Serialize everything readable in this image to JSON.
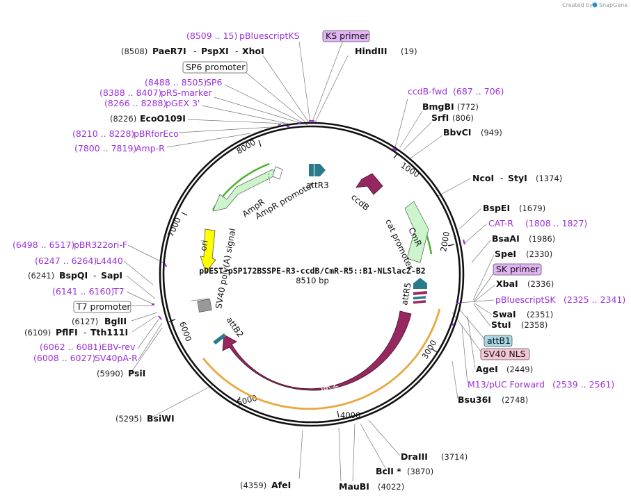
{
  "credit": {
    "prefix": "Created by",
    "brand": "SnapGene"
  },
  "plasmid": {
    "name": "pDEST-pSP172BSSPE-R3-ccdB/CmR-R5::B1-NLSlacZ-B2",
    "size": "8510 bp"
  },
  "ticks": [
    "1000",
    "2000",
    "3000",
    "4000",
    "5000",
    "6000",
    "7000",
    "8000"
  ],
  "features": {
    "attR3": "attR3",
    "ccdB": "ccdB",
    "CmR": "CmR",
    "cat_promoter": "cat promoter",
    "attR5": "attR5",
    "lacZ": "lacZ",
    "attB2": "attB2",
    "ori": "ori",
    "SV40_polyA": "SV40 poly(A) signal",
    "AmpR": "AmpR",
    "AmpR_promoter": "AmpR promoter"
  },
  "labels": {
    "pbs_left": {
      "pos": "(8509 .. 15)",
      "name": "pBluescriptKS"
    },
    "ks_primer": "KS primer",
    "paer7i": {
      "pos": "(8508)",
      "name": "PaeR7I",
      "sep1": "-",
      "name2": "PspXI",
      "sep2": "-",
      "name3": "XhoI"
    },
    "hindiii": {
      "name": "HindIII",
      "pos": "(19)"
    },
    "sp6_promoter": "SP6 promoter",
    "sp6": {
      "pos": "(8488 .. 8505)",
      "name": "SP6"
    },
    "prs": {
      "pos": "(8388 .. 8407)",
      "name": "pRS-marker"
    },
    "pgex": {
      "pos": "(8266 .. 8288)",
      "name": "pGEX 3'"
    },
    "ecoo109i": {
      "pos": "(8226)",
      "name": "EcoO109I"
    },
    "pbrfor": {
      "pos": "(8210 .. 8228)",
      "name": "pBRforEco"
    },
    "ampr_primer": {
      "pos": "(7800 .. 7819)",
      "name": "Amp-R"
    },
    "ccdb_fwd": {
      "name": "ccdB-fwd",
      "pos": "(687 .. 706)"
    },
    "bmgbi": {
      "name": "BmgBI",
      "pos": "(772)"
    },
    "srfi": {
      "name": "SrfI",
      "pos": "(806)"
    },
    "bbvci": {
      "name": "BbvCI",
      "pos": "(949)"
    },
    "ncoi": {
      "name": "NcoI",
      "sep": "-",
      "name2": "StyI",
      "pos": "(1374)"
    },
    "bspei": {
      "name": "BspEI",
      "pos": "(1679)"
    },
    "catr": {
      "name": "CAT-R",
      "pos": "(1808 .. 1827)"
    },
    "bsaai": {
      "name": "BsaAI",
      "pos": "(1986)"
    },
    "spei": {
      "name": "SpeI",
      "pos": "(2330)"
    },
    "sk_primer": "SK primer",
    "xbai": {
      "name": "XbaI",
      "pos": "(2336)"
    },
    "pbs_right": {
      "name": "pBluescriptSK",
      "pos": "(2325 .. 2341)"
    },
    "swai": {
      "name": "SwaI",
      "pos": "(2351)"
    },
    "stui": {
      "name": "StuI",
      "pos": "(2358)"
    },
    "attb1": "attB1",
    "sv40nls": "SV40 NLS",
    "agei": {
      "name": "AgeI",
      "pos": "(2449)"
    },
    "m13": {
      "name": "M13/pUC Forward",
      "pos": "(2539 .. 2561)"
    },
    "bsu36i": {
      "name": "Bsu36I",
      "pos": "(2748)"
    },
    "draiii": {
      "name": "DraIII",
      "pos": "(3714)"
    },
    "bcli": {
      "name": "BclI *",
      "pos": "(3870)"
    },
    "maubi": {
      "name": "MauBI",
      "pos": "(4022)"
    },
    "afei": {
      "pos": "(4359)",
      "name": "AfeI"
    },
    "bsiwi": {
      "pos": "(5295)",
      "name": "BsiWI"
    },
    "psti": {
      "pos": "(5990)",
      "name": "PsiI"
    },
    "sv40pa": {
      "pos": "(6008 .. 6027)",
      "name": "SV40pA-R"
    },
    "ebv": {
      "pos": "(6062 .. 6081)",
      "name": "EBV-rev"
    },
    "pflfi": {
      "pos": "(6109)",
      "name": "PflFI",
      "sep": "-",
      "name2": "Tth111I"
    },
    "bglii": {
      "pos": "(6127)",
      "name": "BglII"
    },
    "t7_promoter": "T7 promoter",
    "t7": {
      "pos": "(6141 .. 6160)",
      "name": "T7"
    },
    "bspqi": {
      "pos": "(6241)",
      "name": "BspQI",
      "sep": "-",
      "name2": "SapI"
    },
    "l4440": {
      "pos": "(6247 .. 6264)",
      "name": "L4440"
    },
    "pbr322": {
      "pos": "(6498 .. 6517)",
      "name": "pBR322ori-F"
    }
  },
  "colors": {
    "backbone": "#111111",
    "primer": "#9b30d9",
    "lacZ": "#96285f",
    "ccdB": "#96285f",
    "attSite": "#2a7a8c",
    "ori": "#ffff00",
    "ampR": "#ccf5cc",
    "orf_line_green": "#4caf2a",
    "orf_line_orange": "#e8a840",
    "ks_box": "#e2b4f5",
    "attb1_box": "#a8d8e6",
    "sv40nls_box": "#f5c6d6"
  }
}
